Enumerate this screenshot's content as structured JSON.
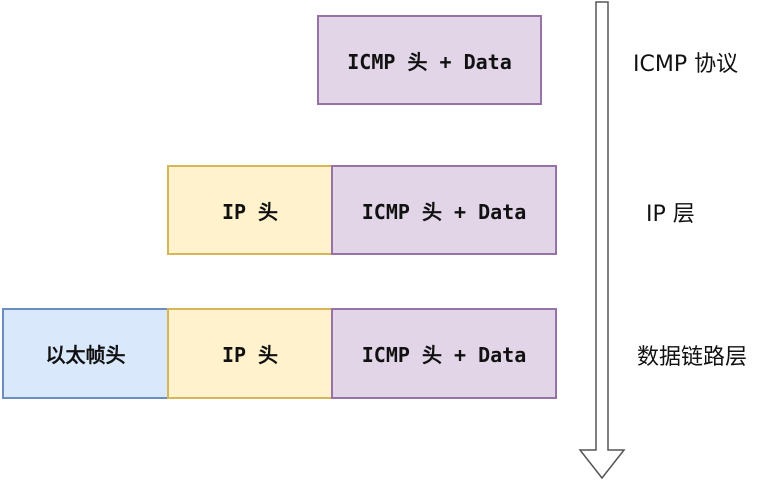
{
  "layers": [
    {
      "label": "ICMP 协议",
      "blocks": [
        {
          "text": "ICMP 头 + Data",
          "kind": "icmp"
        }
      ]
    },
    {
      "label": "IP 层",
      "blocks": [
        {
          "text": "IP 头",
          "kind": "ip"
        },
        {
          "text": "ICMP 头 + Data",
          "kind": "icmp"
        }
      ]
    },
    {
      "label": "数据链路层",
      "blocks": [
        {
          "text": "以太帧头",
          "kind": "eth"
        },
        {
          "text": "IP 头",
          "kind": "ip"
        },
        {
          "text": "ICMP 头 + Data",
          "kind": "icmp"
        }
      ]
    }
  ],
  "colors": {
    "icmp_fill": "#e1d5e7",
    "icmp_stroke": "#9673a6",
    "ip_fill": "#fff2cc",
    "ip_stroke": "#d6b656",
    "eth_fill": "#dae8fc",
    "eth_stroke": "#6c8ebf",
    "arrow_fill": "#ffffff",
    "arrow_stroke": "#555555"
  },
  "arrow": {
    "direction": "down"
  }
}
